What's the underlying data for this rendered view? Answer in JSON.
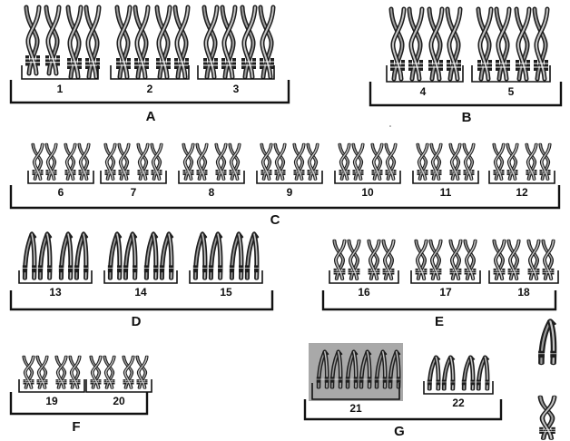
{
  "groups": [
    {
      "letter": "A",
      "pairs": [
        "1",
        "2",
        "3"
      ]
    },
    {
      "letter": "B",
      "pairs": [
        "4",
        "5"
      ]
    },
    {
      "letter": "C",
      "pairs": [
        "6",
        "7",
        "8",
        "9",
        "10",
        "11",
        "12"
      ]
    },
    {
      "letter": "D",
      "pairs": [
        "13",
        "14",
        "15"
      ]
    },
    {
      "letter": "E",
      "pairs": [
        "16",
        "17",
        "18"
      ]
    },
    {
      "letter": "F",
      "pairs": [
        "19",
        "20"
      ]
    },
    {
      "letter": "G",
      "pairs": [
        "21",
        "22"
      ]
    }
  ],
  "highlight": {
    "pair": "21",
    "extra_copies": 1,
    "color": "#a9a9a9"
  },
  "colors": {
    "ink": "#111111",
    "chromatid_light": "#9c9c9c",
    "chromatid_dark": "#1e1e1e"
  }
}
